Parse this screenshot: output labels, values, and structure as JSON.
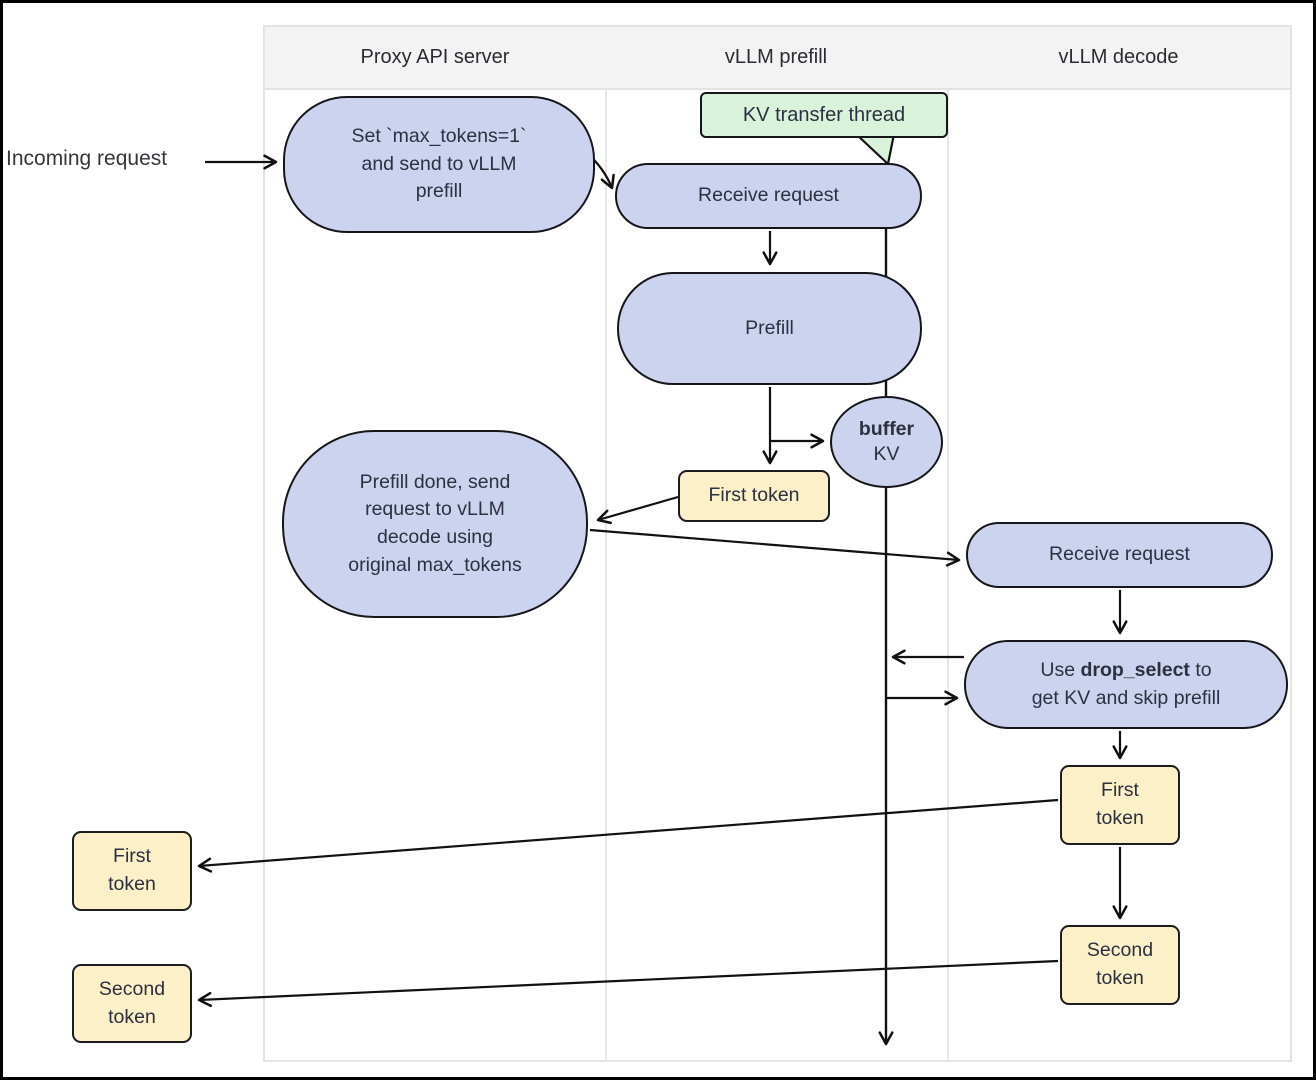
{
  "lanes": {
    "headers": [
      "Proxy API server",
      "vLLM prefill",
      "vLLM decode"
    ]
  },
  "labels": {
    "incoming_request": "Incoming request"
  },
  "annotations": {
    "kv_transfer_thread": "KV transfer thread"
  },
  "nodes": {
    "set_max_tokens": "Set `max_tokens=1`\nand send to vLLM\nprefill",
    "receive_request_prefill": "Receive request",
    "prefill": "Prefill",
    "buffer_bold": "buffer",
    "buffer_rest": "KV",
    "first_token_prefill": "First token",
    "prefill_done": "Prefill done, send\nrequest to vLLM\ndecode using\noriginal max_tokens",
    "receive_request_decode": "Receive request",
    "drop_select_prefix": "Use ",
    "drop_select_bold": "drop_select",
    "drop_select_suffix": " to",
    "drop_select_line2": "get KV and skip prefill",
    "first_token_decode": "First\ntoken",
    "second_token_decode": "Second\ntoken",
    "first_token_out": "First\ntoken",
    "second_token_out": "Second\ntoken"
  },
  "colors": {
    "node_fill": "#ccd3ee",
    "token_fill": "#fcf0c8",
    "thread_fill": "#d9f2da",
    "header_bg": "#f3f3f3",
    "lane_border": "#e3e3e3",
    "stroke": "#111111"
  }
}
